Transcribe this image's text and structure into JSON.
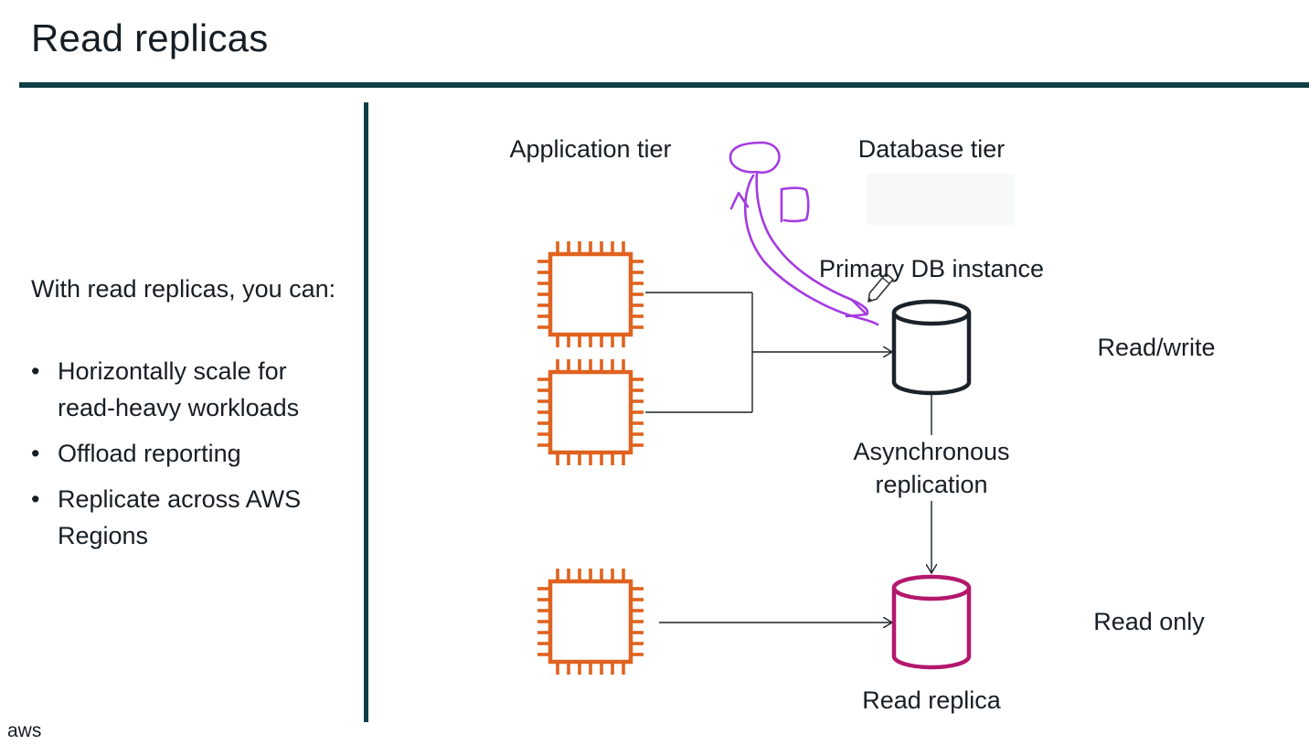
{
  "slide": {
    "title": "Read replicas",
    "intro": "With read replicas, you can:",
    "bullets": [
      "Horizontally scale for read-heavy workloads",
      "Offload reporting",
      "Replicate across AWS Regions"
    ],
    "footer": "aws"
  },
  "diagram": {
    "application_tier_label": "Application tier",
    "database_tier_label": "Database tier",
    "primary_label": "Primary DB instance",
    "replication_label": "Asynchronous replication",
    "replica_label": "Read replica",
    "read_write_label": "Read/write",
    "read_only_label": "Read only",
    "colors": {
      "compute_icon": "#e0621f",
      "primary_db": "#1b2229",
      "replica_db": "#b3186d",
      "annotation_ink": "#a43be0",
      "accent_rule": "#0f3f44"
    },
    "icons": [
      "compute-instance-icon",
      "database-icon",
      "pencil-cursor-icon"
    ]
  }
}
